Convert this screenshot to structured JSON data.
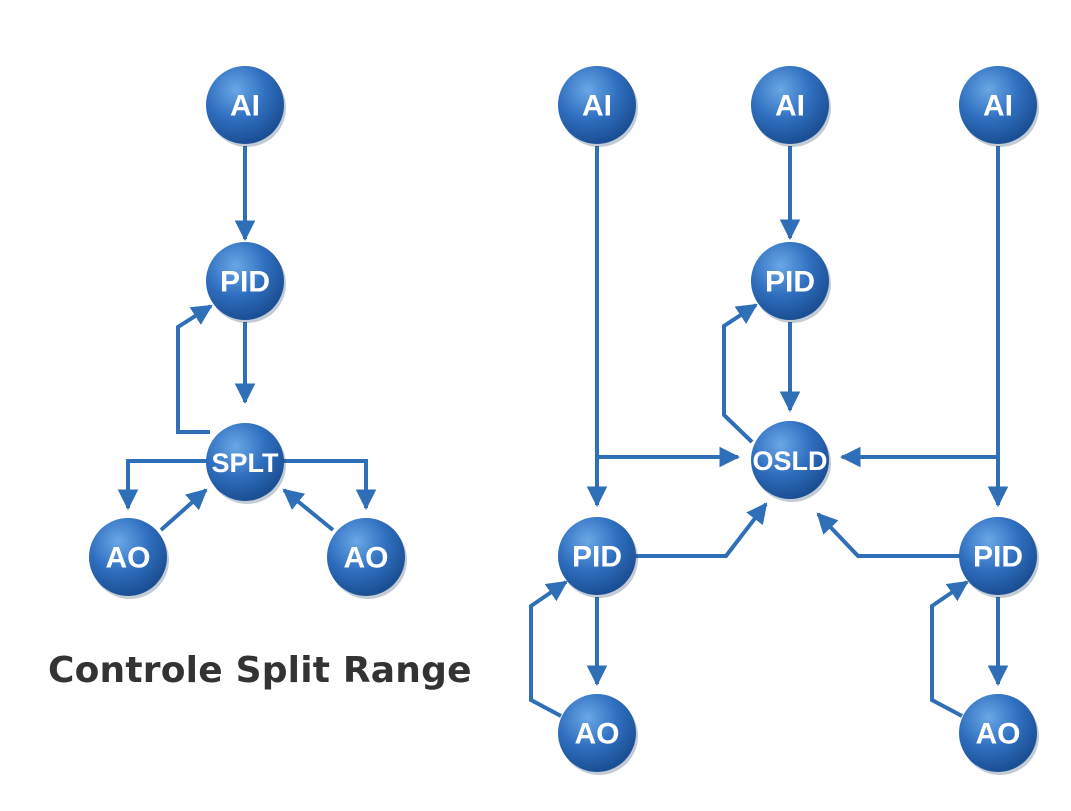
{
  "caption": "Controle Split Range",
  "colors": {
    "node": "#2563ad",
    "node_light": "#4d8fd6",
    "edge": "#2f6fb8"
  },
  "nodes": {
    "ai_left": "AI",
    "pid_left": "PID",
    "splt": "SPLT",
    "ao_left_1": "AO",
    "ao_left_2": "AO",
    "ai_r1": "AI",
    "ai_r2": "AI",
    "ai_r3": "AI",
    "pid_top": "PID",
    "osld": "OSLD",
    "pid_r1": "PID",
    "pid_r2": "PID",
    "ao_r1": "AO",
    "ao_r2": "AO"
  }
}
